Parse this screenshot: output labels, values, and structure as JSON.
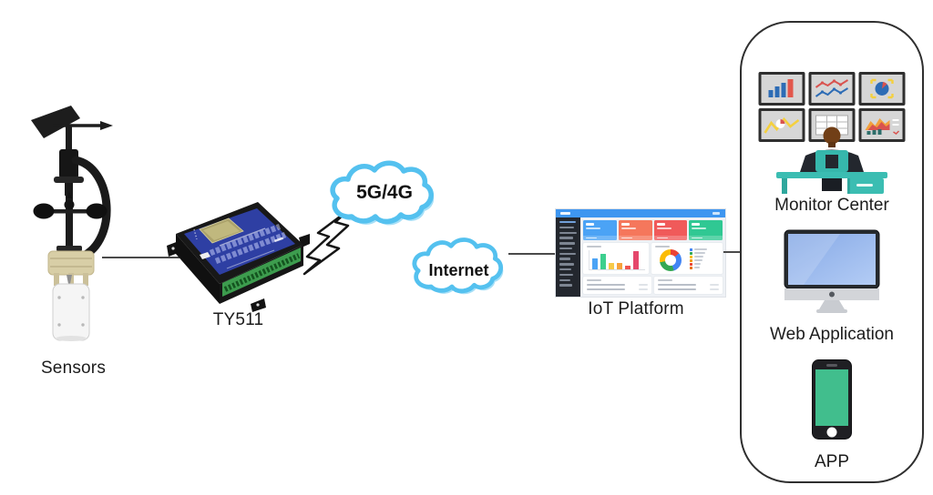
{
  "diagram": {
    "labels": {
      "sensors": "Sensors",
      "logger": "TY511",
      "cloud_primary": "5G/4G",
      "cloud_secondary": "Internet",
      "platform": "IoT Platform",
      "monitor_center": "Monitor Center",
      "web_application": "Web Application",
      "app": "APP"
    },
    "icons": {
      "left_node": "wind-sensor-icon",
      "logger_node": "data-logger-icon",
      "link": "lightning-bolt-icon",
      "network": "cloud-icon",
      "platform_node": "dashboard-screenshot-icon",
      "monitor_center": [
        "monitor-wall-icon",
        "operator-desk-icon"
      ],
      "web_application": "desktop-monitor-icon",
      "app": "smartphone-icon"
    },
    "colors": {
      "cloud_stroke": "#54C1EF",
      "cloud_shadow": "#A6DFF7",
      "connector": "#4a4a4a",
      "panel_border": "#2f2f2f",
      "teal": "#3BBDB2",
      "phone_screen": "#41BE8D"
    }
  },
  "platform_preview": {
    "topbar_color": "#3E96F0",
    "sidebar_color": "#23272E",
    "sidebar_rows": [
      18,
      16,
      19,
      15,
      17,
      14,
      18,
      12,
      16,
      13,
      15,
      12,
      14
    ],
    "cards": [
      "#4BA3F5",
      "#F5775C",
      "#F05A5A",
      "#30C893"
    ],
    "bar_chart": {
      "heights": [
        12,
        17,
        7,
        7,
        4,
        20
      ],
      "colors": [
        "#4BA3F5",
        "#3DCF8E",
        "#F7C948",
        "#F7A23B",
        "#EF5350",
        "#E5476B"
      ]
    },
    "donut_segments": [
      {
        "color": "#EA4335",
        "pct": 14
      },
      {
        "color": "#4285F4",
        "pct": 31
      },
      {
        "color": "#34A853",
        "pct": 27
      },
      {
        "color": "#FBBC05",
        "pct": 28
      }
    ],
    "legend": [
      {
        "color": "#4285F4",
        "w": 14
      },
      {
        "color": "#34A853",
        "w": 12
      },
      {
        "color": "#FBBC05",
        "w": 10
      },
      {
        "color": "#F29900",
        "w": 9
      },
      {
        "color": "#EA4335",
        "w": 7
      },
      {
        "color": "#E8710A",
        "w": 6
      }
    ]
  },
  "monitor_wall": {
    "screens": [
      "bar-chart",
      "line-chart",
      "pie-chart",
      "trend-line",
      "data-table",
      "area-chart"
    ]
  }
}
